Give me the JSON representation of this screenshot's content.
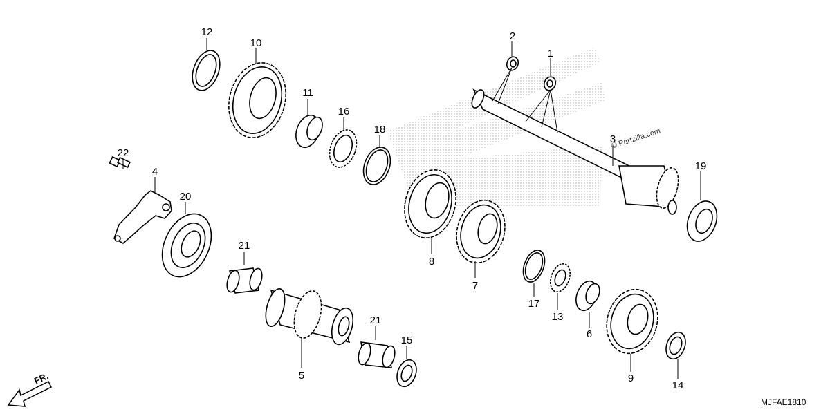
{
  "diagram": {
    "code": "MJFAE1810",
    "watermark": "© Partzilla.com",
    "front_label": "FR.",
    "parts": [
      {
        "num": "1"
      },
      {
        "num": "2"
      },
      {
        "num": "3"
      },
      {
        "num": "4"
      },
      {
        "num": "5"
      },
      {
        "num": "6"
      },
      {
        "num": "7"
      },
      {
        "num": "8"
      },
      {
        "num": "9"
      },
      {
        "num": "10"
      },
      {
        "num": "11"
      },
      {
        "num": "12"
      },
      {
        "num": "13"
      },
      {
        "num": "14"
      },
      {
        "num": "15"
      },
      {
        "num": "16"
      },
      {
        "num": "17"
      },
      {
        "num": "18"
      },
      {
        "num": "19"
      },
      {
        "num": "20"
      },
      {
        "num": "21"
      },
      {
        "num": "21"
      },
      {
        "num": "22"
      }
    ]
  }
}
